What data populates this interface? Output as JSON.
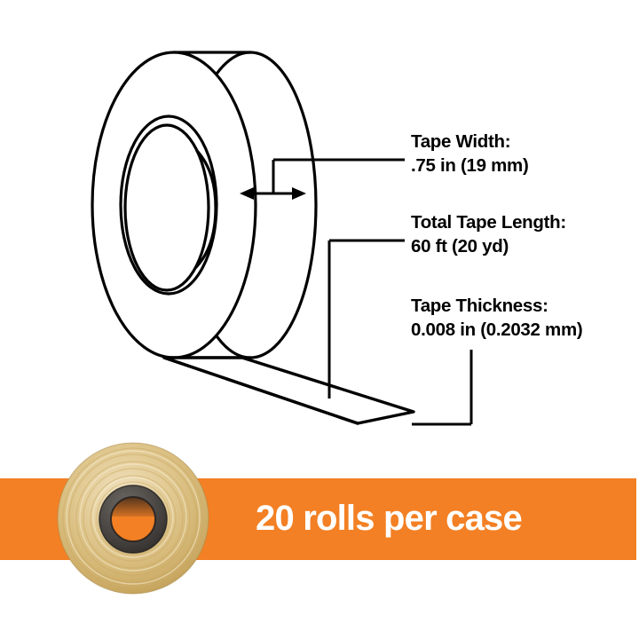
{
  "page": {
    "background_color": "#FFFFFF",
    "type": "product-spec-infographic"
  },
  "diagram": {
    "name": "tape-roll-technical-drawing",
    "line_color": "#000000",
    "description": "Line drawing of a roll of tape shown in three-quarter perspective with a length of tape unspooling toward the lower right",
    "callout_leader_color": "#000000"
  },
  "specs": [
    {
      "id": "tape-width",
      "label": "Tape Width:",
      "value": ".75 in (19 mm)"
    },
    {
      "id": "total-tape-length",
      "label": "Total Tape Length:",
      "value": "60 ft (20 yd)"
    },
    {
      "id": "tape-thickness",
      "label": "Tape Thickness:",
      "value": "0.008 in (0.2032 mm)"
    }
  ],
  "banner": {
    "text": "20 rolls per case",
    "background_color": "#F38024",
    "text_color": "#FFFFFF"
  },
  "photo": {
    "name": "tape-roll-photo",
    "description": "Photograph of a clear packing tape roll with dark grey core",
    "tape_color": "#D9B475",
    "core_color": "#4A4745"
  }
}
